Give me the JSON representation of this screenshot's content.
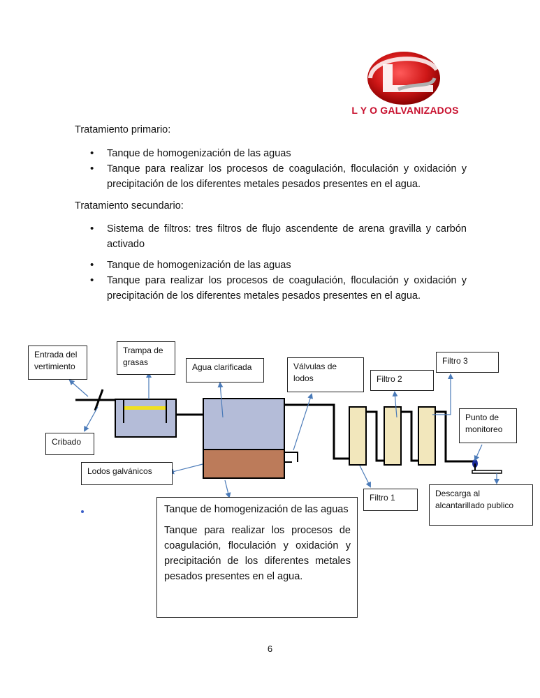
{
  "header": {
    "logo_text": "L Y O GALVANIZADOS"
  },
  "sections": [
    {
      "title": "Tratamiento primario:",
      "items": [
        "Tanque de homogenización de las aguas",
        "Tanque para realizar los procesos de coagulación, floculación y oxidación y precipitación de los diferentes metales pesados presentes en el agua."
      ]
    },
    {
      "title": "Tratamiento secundario:",
      "items": [
        "Sistema de filtros: tres filtros de flujo ascendente de arena gravilla y carbón activado",
        "Tanque de homogenización de las aguas",
        "Tanque para realizar los procesos de coagulación, floculación y oxidación y precipitación de los diferentes metales pesados presentes en el agua."
      ]
    }
  ],
  "diagram": {
    "labels": {
      "entrada": "Entrada del vertimiento",
      "trampa": "Trampa de grasas",
      "agua": "Agua clarificada",
      "valvulas": "Válvulas de lodos",
      "filtro2": "Filtro 2",
      "filtro3": "Filtro 3",
      "punto": "Punto de monitoreo",
      "cribado": "Cribado",
      "lodos": "Lodos galvánicos",
      "filtro1": "Filtro 1",
      "descarga": "Descarga al alcantarillado publico"
    },
    "callout": {
      "p1": "Tanque de homogenización de las aguas",
      "p2": "Tanque para realizar los procesos de coagulación, floculación y oxidación y precipitación de los diferentes metales pesados presentes en el agua."
    },
    "colors": {
      "tank_blue": "#b4bcd8",
      "sludge": "#bc7b5a",
      "filter": "#f2e7bc",
      "grease_layer": "#f0e020",
      "arrow": "#4a7ab8"
    }
  },
  "footer": {
    "page_number": "6"
  }
}
